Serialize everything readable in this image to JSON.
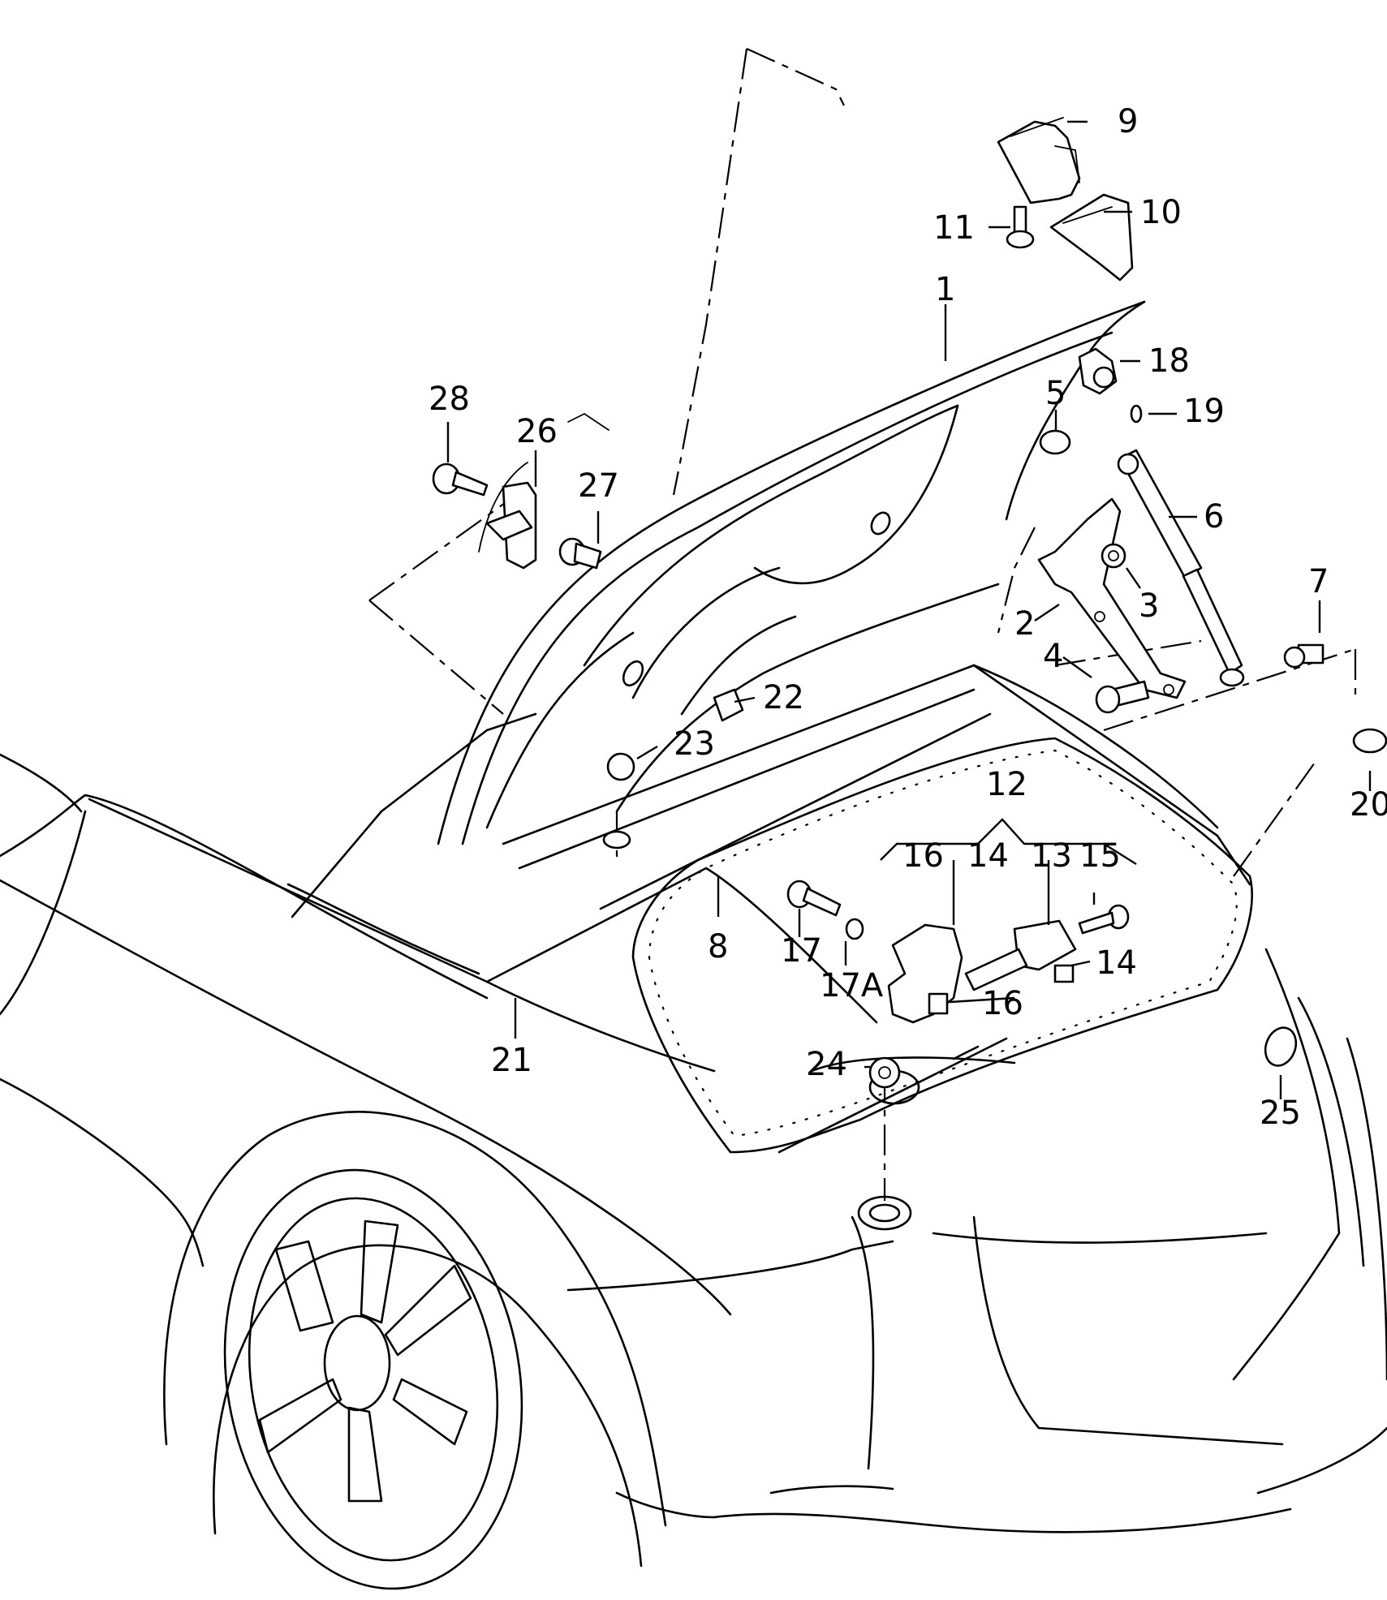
{
  "diagram": {
    "subject": "Rear lid / trunk lid assembly with hinges, gas struts, lock and seal",
    "labels": [
      {
        "id": "1",
        "text": "1"
      },
      {
        "id": "2",
        "text": "2"
      },
      {
        "id": "3",
        "text": "3"
      },
      {
        "id": "4",
        "text": "4"
      },
      {
        "id": "5",
        "text": "5"
      },
      {
        "id": "6",
        "text": "6"
      },
      {
        "id": "7",
        "text": "7"
      },
      {
        "id": "8",
        "text": "8"
      },
      {
        "id": "9",
        "text": "9"
      },
      {
        "id": "10",
        "text": "10"
      },
      {
        "id": "11",
        "text": "11"
      },
      {
        "id": "12",
        "text": "12"
      },
      {
        "id": "13",
        "text": "13"
      },
      {
        "id": "14a",
        "text": "14"
      },
      {
        "id": "14b",
        "text": "14"
      },
      {
        "id": "15",
        "text": "15"
      },
      {
        "id": "16a",
        "text": "16"
      },
      {
        "id": "16b",
        "text": "16"
      },
      {
        "id": "17",
        "text": "17"
      },
      {
        "id": "17A",
        "text": "17A"
      },
      {
        "id": "18",
        "text": "18"
      },
      {
        "id": "19",
        "text": "19"
      },
      {
        "id": "20",
        "text": "20"
      },
      {
        "id": "21",
        "text": "21"
      },
      {
        "id": "22",
        "text": "22"
      },
      {
        "id": "23",
        "text": "23"
      },
      {
        "id": "24",
        "text": "24"
      },
      {
        "id": "25",
        "text": "25"
      },
      {
        "id": "26",
        "text": "26"
      },
      {
        "id": "27",
        "text": "27"
      },
      {
        "id": "28",
        "text": "28"
      }
    ]
  }
}
